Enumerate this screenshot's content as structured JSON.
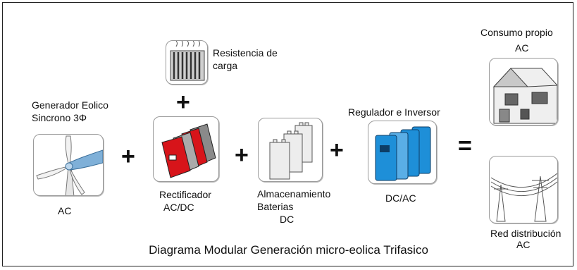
{
  "generator": {
    "title": "Generador Eolico",
    "subtitle": "Sincrono 3Φ",
    "output": "AC"
  },
  "load_resistor": {
    "label_line1": "Resistencia de",
    "label_line2": "carga"
  },
  "rectifier": {
    "label_line1": "Rectificador",
    "label_line2": "AC/DC"
  },
  "storage": {
    "label_line1": "Almacenamiento",
    "label_line2": "Baterias",
    "label_line3": "DC"
  },
  "inverter": {
    "title": "Regulador e Inversor",
    "output": "DC/AC"
  },
  "self_consumption": {
    "title": "Consumo propio",
    "type": "AC"
  },
  "grid": {
    "title": "Red distribución",
    "type": "AC"
  },
  "operators": {
    "plus": "+",
    "equals": "="
  },
  "caption": "Diagrama Modular Generación micro-eolica Trifasico",
  "colors": {
    "rectifier_red": "#d7141a",
    "inverter_blue": "#1e8fd8",
    "turbine_blue": "#7fb0d8"
  }
}
